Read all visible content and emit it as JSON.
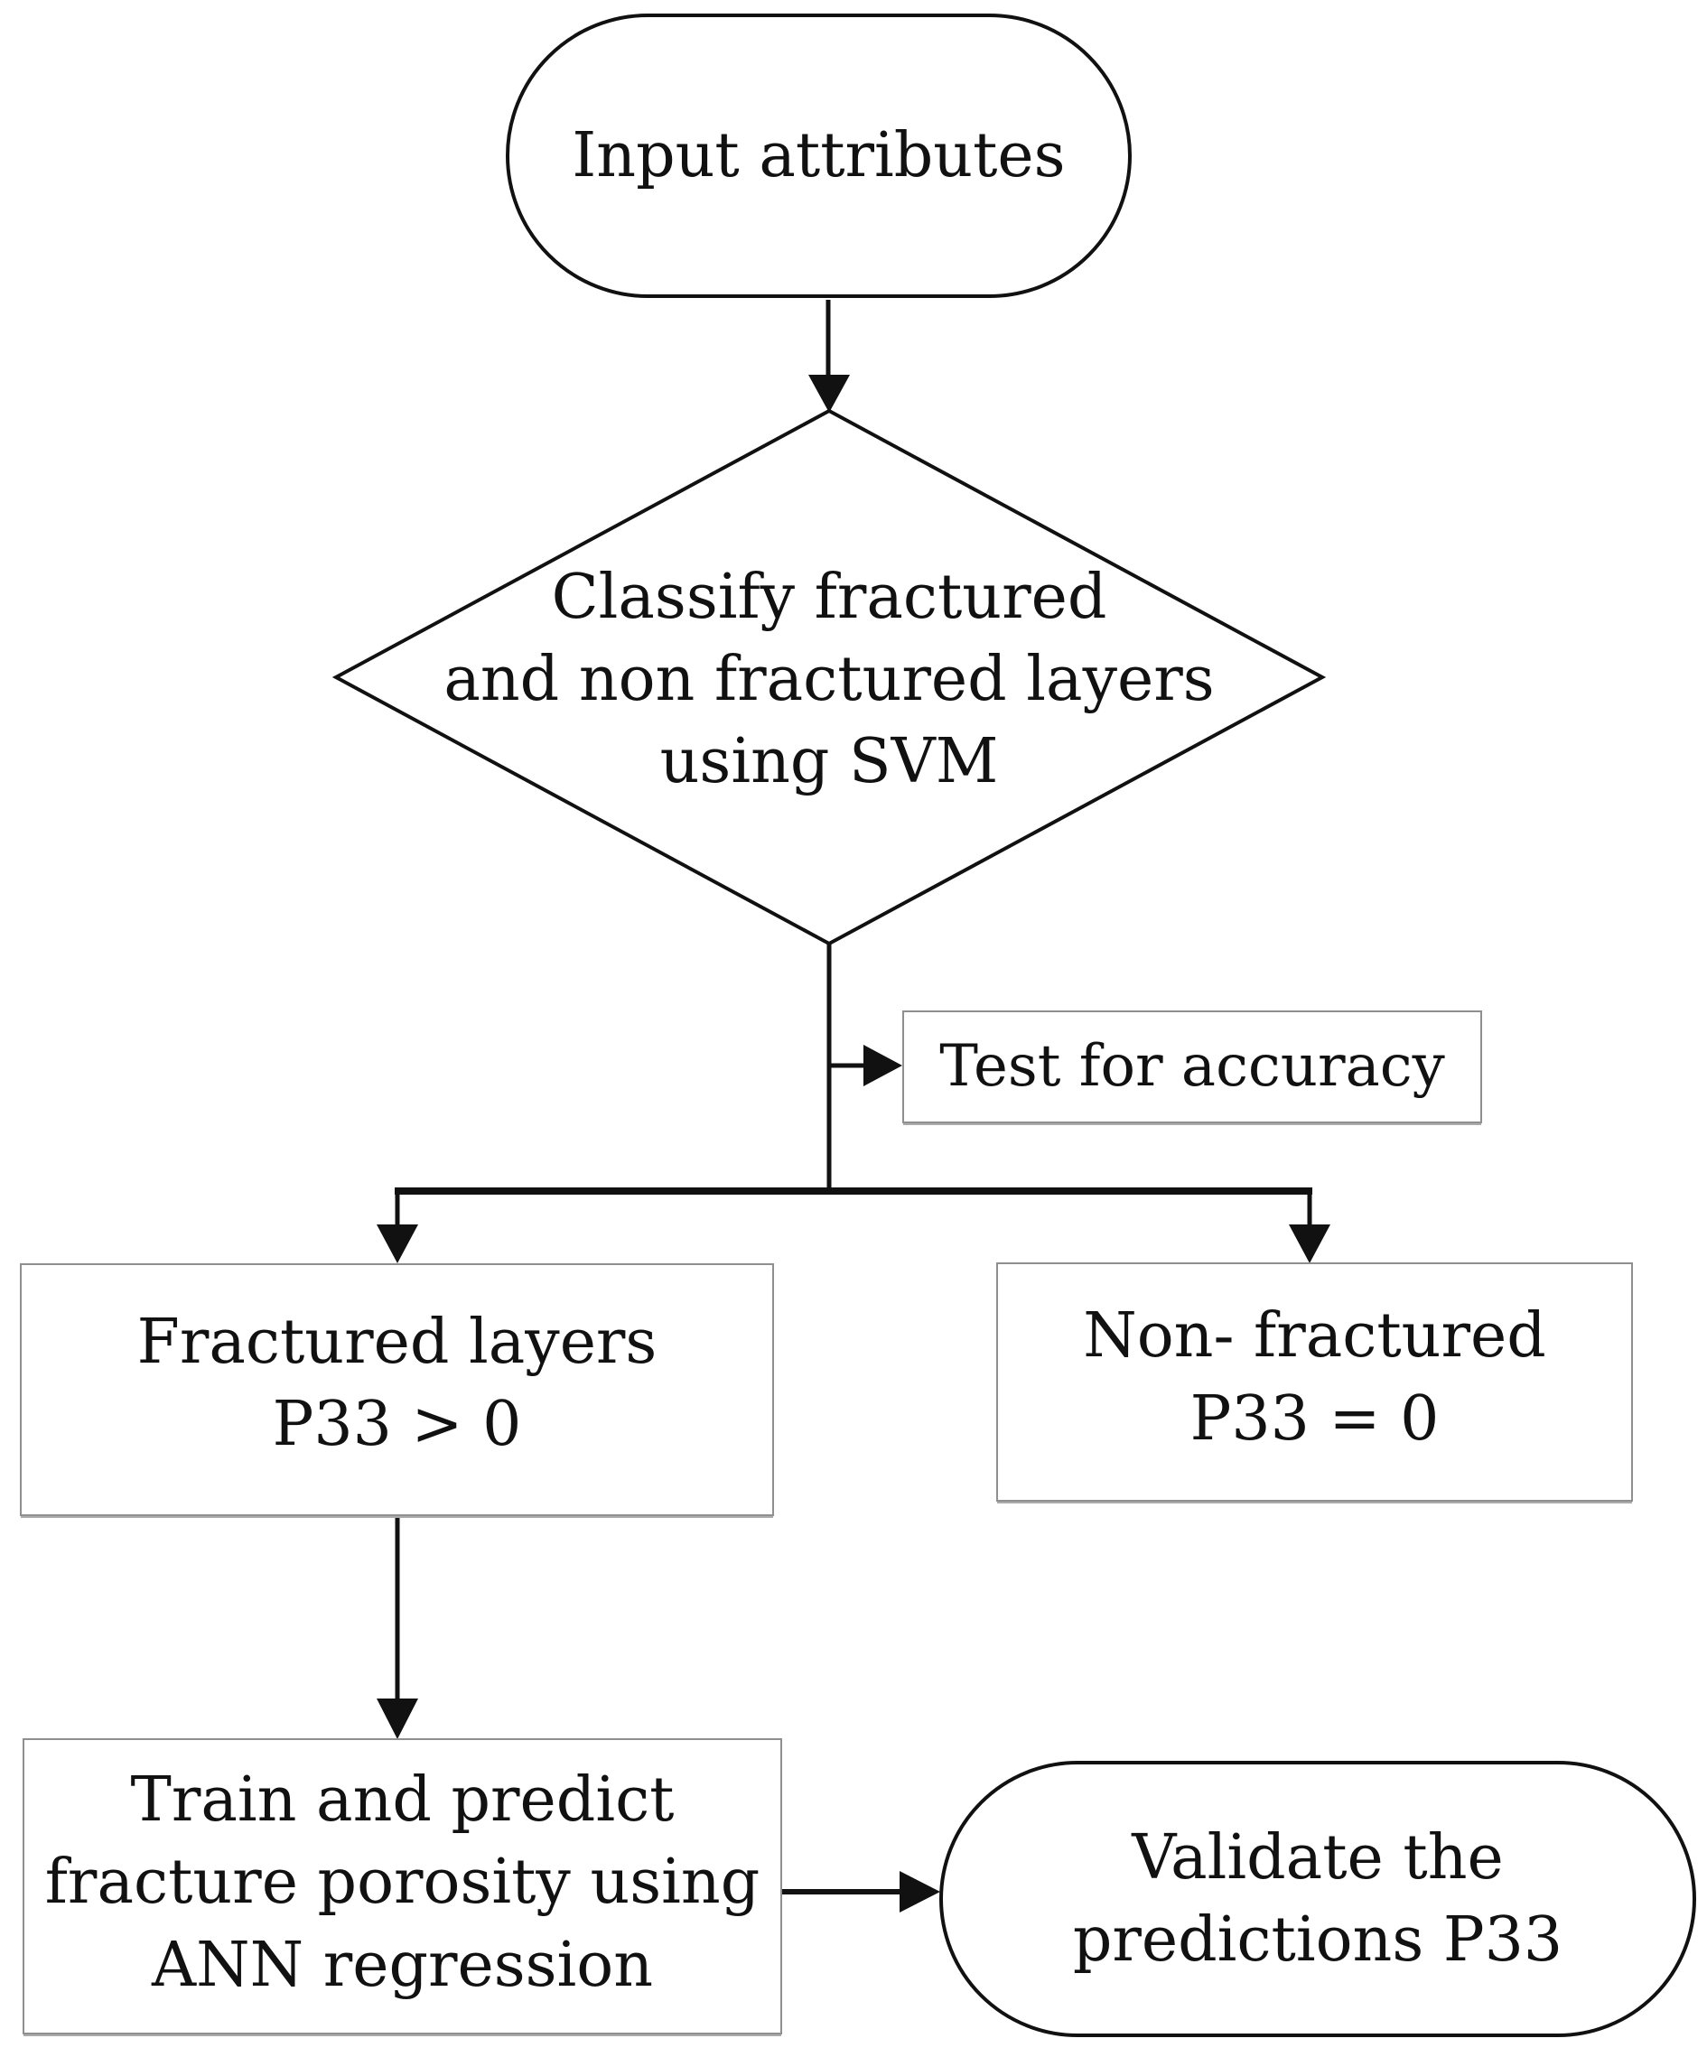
{
  "nodes": {
    "start": {
      "label": "Input attributes"
    },
    "classify": {
      "lines": [
        "Classify fractured",
        "and non fractured layers",
        "using SVM"
      ]
    },
    "test": {
      "label": "Test for accuracy"
    },
    "fractured": {
      "lines": [
        "Fractured layers",
        "P33 > 0"
      ]
    },
    "non_fractured": {
      "lines": [
        "Non- fractured",
        "P33 = 0"
      ]
    },
    "train": {
      "lines": [
        "Train and predict",
        "fracture porosity using",
        "ANN regression"
      ]
    },
    "validate": {
      "lines": [
        "Validate the",
        "predictions P33"
      ]
    }
  },
  "colors": {
    "line": "#111111",
    "box_border": "#8f8f8f",
    "background": "#ffffff",
    "text": "#111111"
  }
}
